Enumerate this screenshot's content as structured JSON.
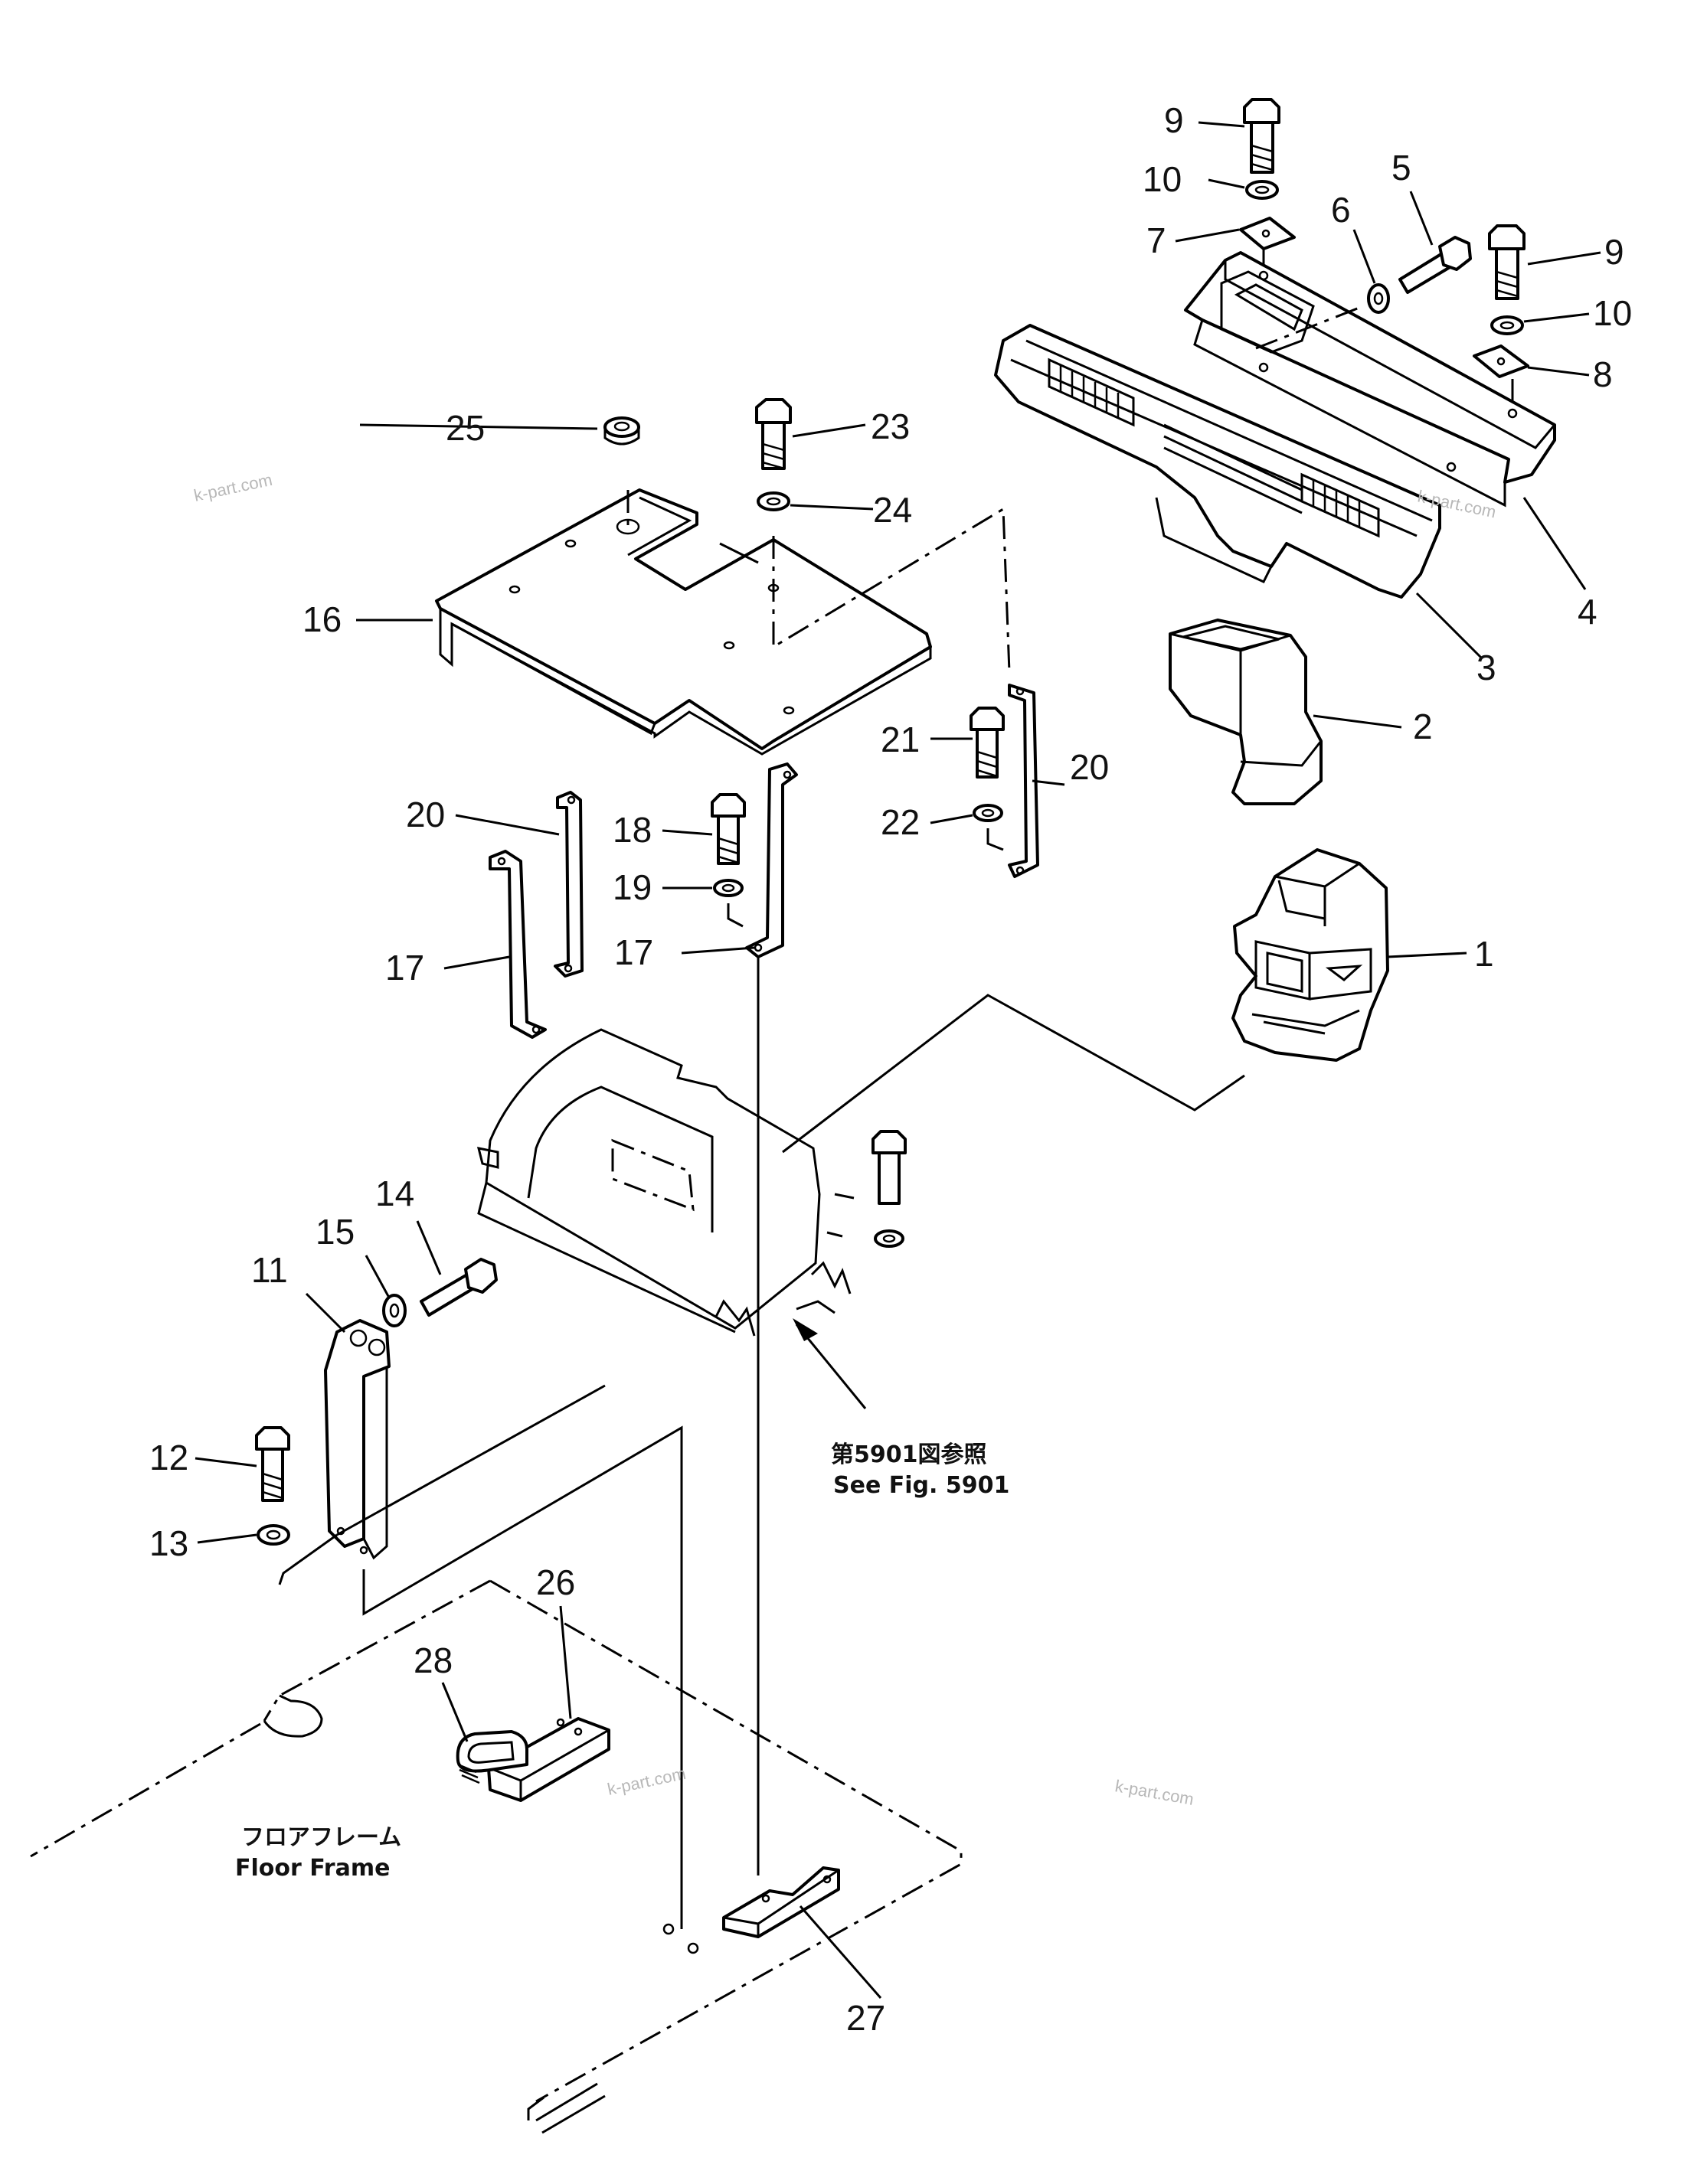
{
  "callouts": {
    "c1": "1",
    "c2": "2",
    "c3": "3",
    "c4": "4",
    "c5": "5",
    "c6": "6",
    "c7": "7",
    "c8": "8",
    "c9a": "9",
    "c9b": "9",
    "c10a": "10",
    "c10b": "10",
    "c11": "11",
    "c12": "12",
    "c13": "13",
    "c14": "14",
    "c15": "15",
    "c16": "16",
    "c17a": "17",
    "c17b": "17",
    "c18": "18",
    "c19": "19",
    "c20a": "20",
    "c20b": "20",
    "c21": "21",
    "c22": "22",
    "c23": "23",
    "c24": "24",
    "c25": "25",
    "c26": "26",
    "c27": "27",
    "c28": "28"
  },
  "notes": {
    "see_fig_jp": "第5901図参照",
    "see_fig_en": "See Fig. 5901",
    "floor_frame_jp": "フロアフレーム",
    "floor_frame_en": "Floor Frame"
  },
  "watermarks": {
    "w1": "k-part.com",
    "w2": "k-part.com",
    "w3": "k-part.com",
    "w4": "k-part.com"
  }
}
